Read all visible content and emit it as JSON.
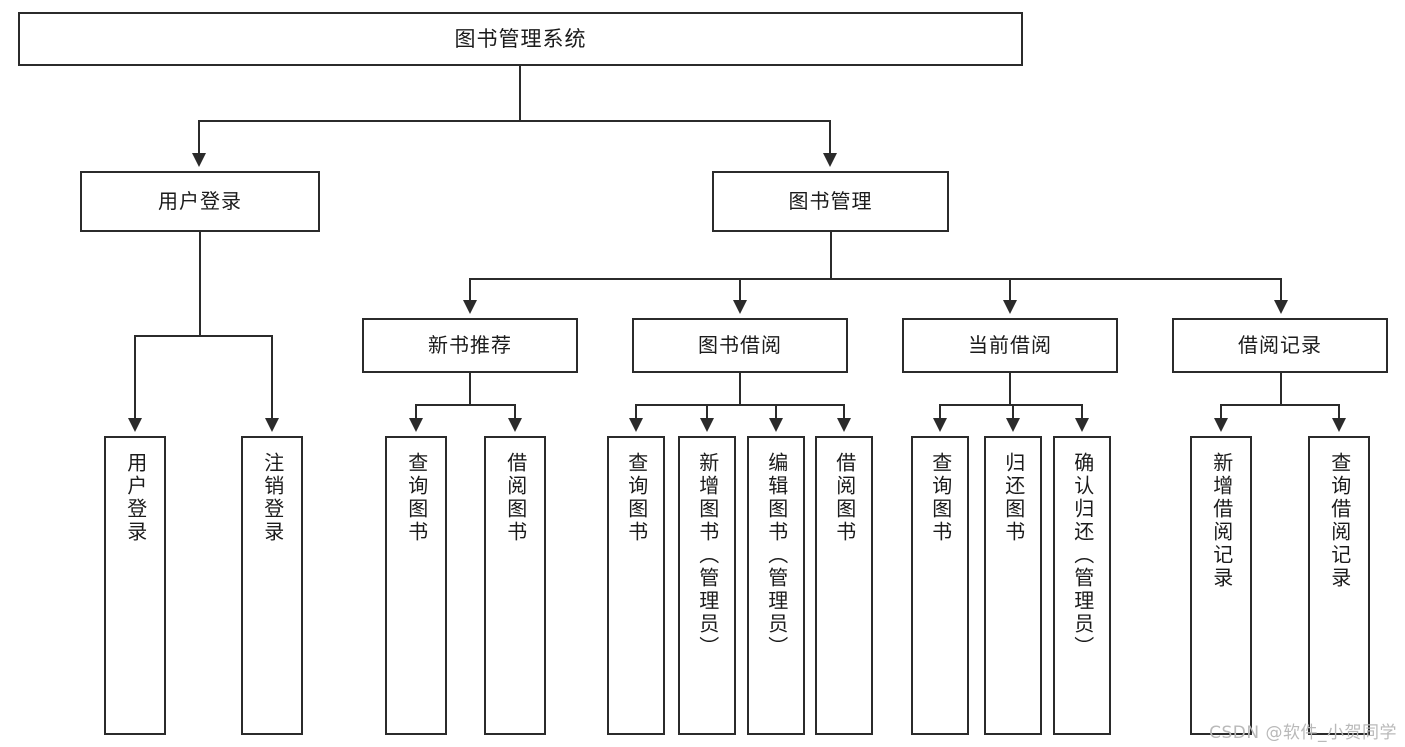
{
  "diagram": {
    "type": "tree-hierarchy",
    "title": "图书管理系统",
    "root": {
      "label": "图书管理系统"
    },
    "level2": [
      {
        "label": "用户登录"
      },
      {
        "label": "图书管理"
      }
    ],
    "level3": [
      {
        "label": "新书推荐"
      },
      {
        "label": "图书借阅"
      },
      {
        "label": "当前借阅"
      },
      {
        "label": "借阅记录"
      }
    ],
    "leaves": {
      "user_login": [
        {
          "label": "用户登录"
        },
        {
          "label": "注销登录"
        }
      ],
      "new_book_recommend": [
        {
          "label": "查询图书"
        },
        {
          "label": "借阅图书"
        }
      ],
      "book_borrow": [
        {
          "label": "查询图书"
        },
        {
          "label": "新增图书（管理员）"
        },
        {
          "label": "编辑图书（管理员）"
        },
        {
          "label": "借阅图书"
        }
      ],
      "current_borrow": [
        {
          "label": "查询图书"
        },
        {
          "label": "归还图书"
        },
        {
          "label": "确认归还（管理员）"
        }
      ],
      "borrow_record": [
        {
          "label": "新增借阅记录"
        },
        {
          "label": "查询借阅记录"
        }
      ]
    }
  },
  "watermark": {
    "text": "CSDN @软件_小贺同学"
  },
  "colors": {
    "stroke": "#2b2b2b",
    "background": "#ffffff",
    "text": "#1b1b1b",
    "watermark": "#b9b9b9"
  }
}
